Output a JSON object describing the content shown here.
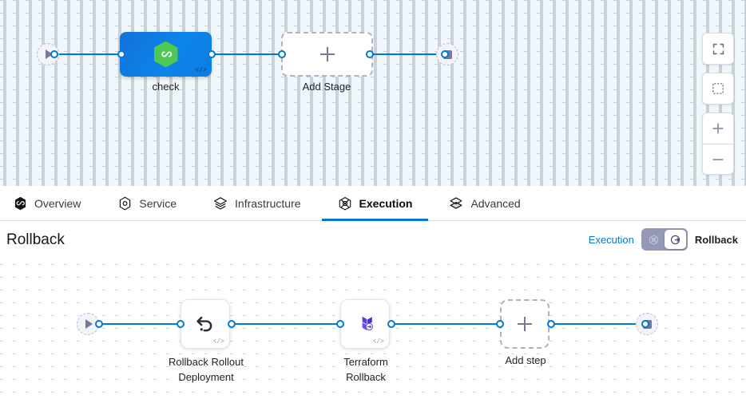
{
  "top_canvas": {
    "name": "pipeline-execution-canvas",
    "background_color": "#f0f7fa",
    "start_node": {
      "icon": "play-icon"
    },
    "end_node": {
      "icon": "stop-icon"
    },
    "stages": [
      {
        "label": "check",
        "type": "stage",
        "icon": "harness-hexagon-icon",
        "badge": "</>",
        "color": "#0c84e8"
      },
      {
        "label": "Add Stage",
        "type": "add",
        "icon": "plus-icon"
      }
    ],
    "toolbar": [
      {
        "name": "fullscreen-button",
        "icon": "fullscreen-icon"
      },
      {
        "name": "fit-to-screen-button",
        "icon": "fit-to-screen-icon"
      },
      {
        "name": "zoom-in-button",
        "icon": "plus-icon"
      },
      {
        "name": "zoom-out-button",
        "icon": "minus-icon"
      }
    ]
  },
  "tabs": [
    {
      "label": "Overview",
      "icon": "harness-hexagon-icon",
      "active": false
    },
    {
      "label": "Service",
      "icon": "service-hexagon-icon",
      "active": false
    },
    {
      "label": "Infrastructure",
      "icon": "layers-icon",
      "active": false
    },
    {
      "label": "Execution",
      "icon": "execution-atom-icon",
      "active": true
    },
    {
      "label": "Advanced",
      "icon": "advanced-layers-icon",
      "active": false
    }
  ],
  "rollback_section": {
    "title": "Rollback",
    "toggle": {
      "left_label": "Execution",
      "right_label": "Rollback",
      "selected": "Rollback",
      "left_icon": "execution-atom-icon",
      "right_icon": "rollback-arrow-icon",
      "track_color": "#9698b8",
      "link_color": "#0278d5"
    }
  },
  "bottom_canvas": {
    "name": "rollback-steps-canvas",
    "background_color": "#ffffff",
    "start_node": {
      "icon": "play-icon"
    },
    "end_node": {
      "icon": "stop-icon"
    },
    "steps": [
      {
        "label": "Rollback Rollout\nDeployment",
        "type": "step",
        "icon": "rollback-undo-icon",
        "badge": "</>"
      },
      {
        "label": "Terraform\nRollback",
        "type": "step",
        "icon": "terraform-rollback-icon",
        "badge": "</>"
      },
      {
        "label": "Add step",
        "type": "add",
        "icon": "plus-icon"
      }
    ]
  },
  "theme": {
    "edge_color": "#0278d5",
    "accent": "#0278d5",
    "terminal_fill": "#f3f3fa",
    "terminal_glyph": "#78789b"
  }
}
